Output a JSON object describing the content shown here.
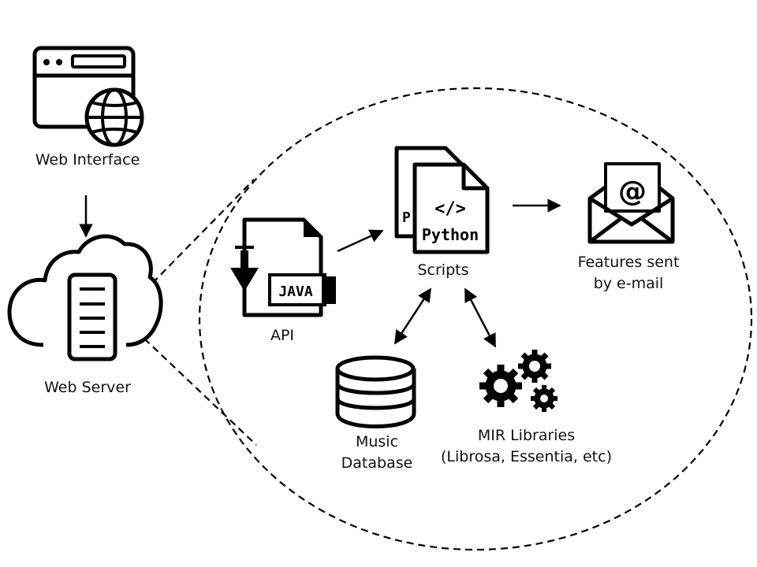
{
  "colors": {
    "stroke": "#000000",
    "background": "#ffffff"
  },
  "nodes": {
    "web_interface": {
      "label": "Web Interface",
      "icon": "browser-globe-icon"
    },
    "web_server": {
      "label": "Web Server",
      "icon": "cloud-server-icon"
    },
    "api": {
      "label": "API",
      "icon": "java-file-icon",
      "badge": "JAVA"
    },
    "scripts": {
      "label": "Scripts",
      "icon": "python-files-icon",
      "code_glyph": "</>",
      "badge": "Python",
      "back_badge": "P"
    },
    "email": {
      "label_line1": "Features sent",
      "label_line2": "by e-mail",
      "icon": "envelope-at-icon",
      "glyph": "@"
    },
    "database": {
      "label_line1": "Music",
      "label_line2": "Database",
      "icon": "database-icon"
    },
    "libraries": {
      "label_line1": "MIR Libraries",
      "label_line2": "(Librosa, Essentia, etc)",
      "icon": "gears-icon"
    }
  }
}
